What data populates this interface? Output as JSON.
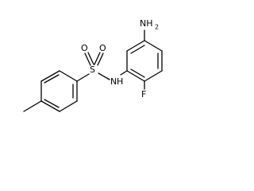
{
  "molecule": {
    "atoms": {
      "amino_N": "NH",
      "amino_H_subscript": "2",
      "sulfonyl_O_left": "O",
      "sulfonyl_O_right": "O",
      "sulfur": "S",
      "amide_N": "N",
      "amide_H": "H",
      "fluorine": "F"
    }
  }
}
